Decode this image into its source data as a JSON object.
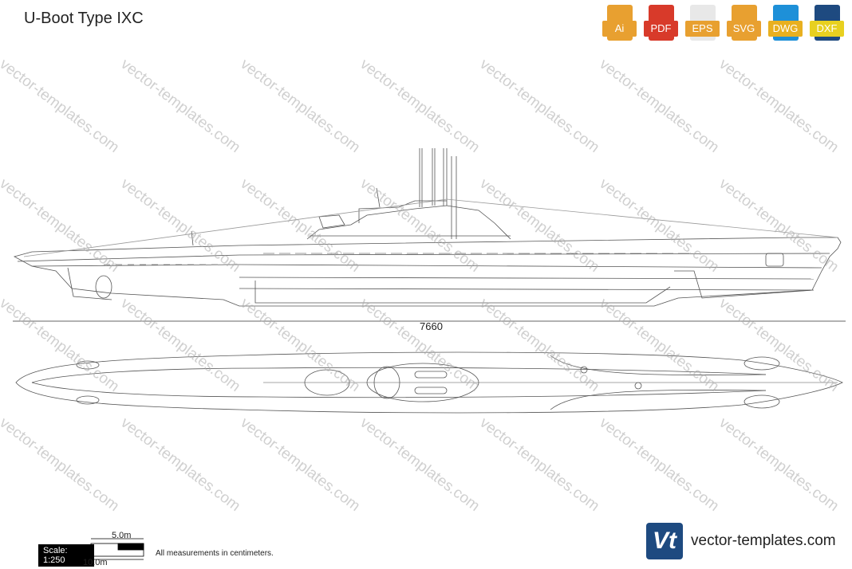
{
  "title": "U-Boot Type IXC",
  "formats": [
    {
      "label": "Ai",
      "color": "#e8a030"
    },
    {
      "label": "PDF",
      "color": "#d83a2a"
    },
    {
      "label": "EPS",
      "color": "#e8a030"
    },
    {
      "label": "SVG",
      "color": "#e8a030"
    },
    {
      "label": "DWG",
      "color": "#1e90d8"
    },
    {
      "label": "DXF",
      "color": "#1e4a80"
    }
  ],
  "dimension": "7660",
  "scale": {
    "label": "Scale: 1:250",
    "five": "5.0m",
    "ten": "10.0m"
  },
  "note": "All measurements in centimeters.",
  "brand": {
    "logo": "Vt",
    "name": "vector-templates.com"
  },
  "watermark_text": "vector-templates.com"
}
